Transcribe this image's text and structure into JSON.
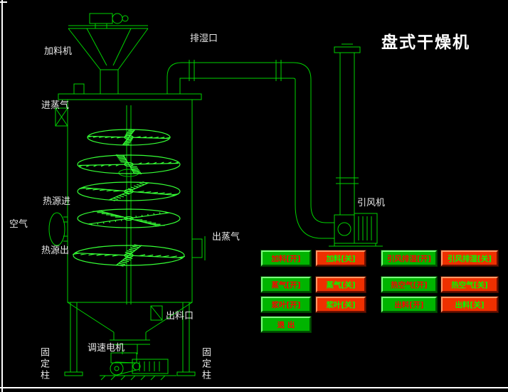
{
  "window": {
    "title": "盘式干燥机"
  },
  "labels": {
    "feeder": "加料机",
    "exhaust_port": "排湿口",
    "steam_in": "进蒸气",
    "heat_source_in": "热源进",
    "air": "空气",
    "heat_source_out": "热源出",
    "steam_out": "出蒸气",
    "fan": "引风机",
    "discharge_port": "出料口",
    "speed_motor": "调速电机",
    "fixed_column_left": "固定柱",
    "fixed_column_right": "固定柱"
  },
  "buttons": {
    "grid": [
      [
        {
          "label": "加料[开]",
          "state": "on"
        },
        {
          "label": "加料[关]",
          "state": "off"
        },
        {
          "label": "引风排湿[开]",
          "state": "on"
        },
        {
          "label": "引风排湿[关]",
          "state": "off"
        }
      ],
      [
        {
          "label": "蒸气[开]",
          "state": "on"
        },
        {
          "label": "蒸气[关]",
          "state": "off"
        },
        {
          "label": "热空气[开]",
          "state": "on"
        },
        {
          "label": "热空气[关]",
          "state": "off"
        }
      ],
      [
        {
          "label": "浆叶[开]",
          "state": "on"
        },
        {
          "label": "浆叶[关]",
          "state": "off"
        },
        {
          "label": "出料[开]",
          "state": "on"
        },
        {
          "label": "出料[关]",
          "state": "off"
        }
      ]
    ],
    "exit": {
      "label": "退 出",
      "state": "on"
    }
  },
  "colors": {
    "background": "#000000",
    "schematic_line": "#00d200",
    "disc_bright": "#35ff35",
    "label_text": "#e9e9e9",
    "title_text": "#ffffff",
    "button_on_bg": "#00b400",
    "button_on_text": "#ff0000",
    "button_off_bg": "#ee3000",
    "button_off_text": "#00ff00"
  }
}
